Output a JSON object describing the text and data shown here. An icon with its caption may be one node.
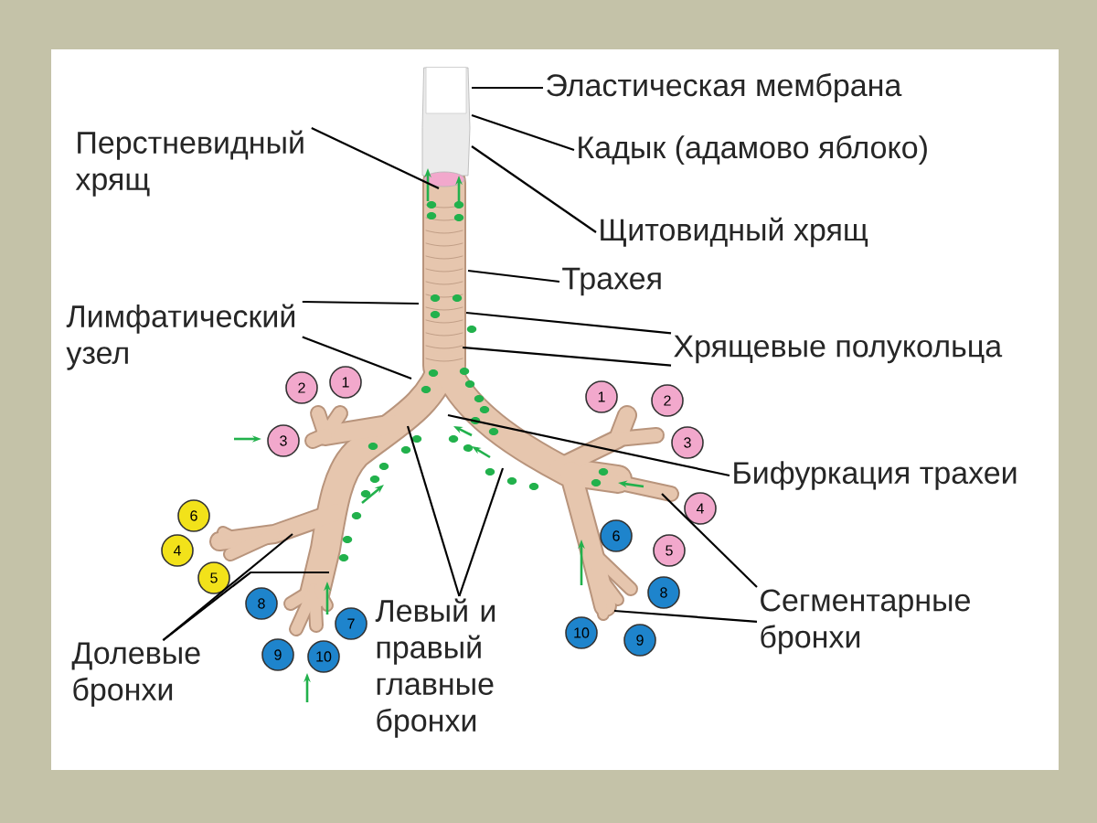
{
  "diagram": {
    "nodes": [
      {
        "text": [
          "Эластическая мембрана"
        ]
      },
      {
        "text": [
          "Перстневидный хрящ"
        ]
      },
      {
        "text": [
          "Кадык (адамово яблоко)"
        ]
      },
      {
        "text": [
          "Щитовидный хрящ"
        ]
      },
      {
        "text": [
          "Трахея"
        ]
      },
      {
        "text": [
          "Лимфатический узел"
        ]
      },
      {
        "text": [
          "Хрящевые полукольца"
        ]
      },
      {
        "text": [
          "Бифуркация трахеи"
        ]
      },
      {
        "text": [
          "Сегментарные бронхи"
        ]
      },
      {
        "text": [
          "Долевые бронхи"
        ]
      },
      {
        "text": [
          "Левый и правый главные бронхи"
        ]
      },
      {
        "text": [
          "2"
        ]
      },
      {
        "text": [
          "1"
        ]
      },
      {
        "text": [
          "3"
        ]
      },
      {
        "text": [
          "1"
        ]
      },
      {
        "text": [
          "2"
        ]
      },
      {
        "text": [
          "3"
        ]
      },
      {
        "text": [
          "4"
        ]
      },
      {
        "text": [
          "5"
        ]
      },
      {
        "text": [
          "6"
        ]
      },
      {
        "text": [
          "4"
        ]
      },
      {
        "text": [
          "5"
        ]
      },
      {
        "text": [
          "6"
        ]
      },
      {
        "text": [
          "8"
        ]
      },
      {
        "text": [
          "7"
        ]
      },
      {
        "text": [
          "8"
        ]
      },
      {
        "text": [
          "10"
        ]
      },
      {
        "text": [
          "9"
        ]
      },
      {
        "text": [
          "9"
        ]
      },
      {
        "text": [
          "10"
        ]
      }
    ],
    "edges": [
      {
        "from": 0,
        "to": null,
        "arrow": "none"
      },
      {
        "from": 1,
        "to": null,
        "arrow": "none"
      },
      {
        "from": 2,
        "to": null,
        "arrow": "none"
      },
      {
        "from": 3,
        "to": null,
        "arrow": "none"
      },
      {
        "from": 4,
        "to": null,
        "arrow": "none"
      },
      {
        "from": 5,
        "to": null,
        "arrow": "none"
      },
      {
        "from": 5,
        "to": null,
        "arrow": "none"
      },
      {
        "from": 6,
        "to": null,
        "arrow": "none"
      },
      {
        "from": 6,
        "to": null,
        "arrow": "none"
      },
      {
        "from": 7,
        "to": null,
        "arrow": "none"
      },
      {
        "from": 8,
        "to": null,
        "arrow": "none"
      },
      {
        "from": 8,
        "to": null,
        "arrow": "none"
      },
      {
        "from": 9,
        "to": null,
        "arrow": "none"
      },
      {
        "from": 9,
        "to": null,
        "arrow": "none"
      },
      {
        "from": 10,
        "to": null,
        "arrow": "none"
      },
      {
        "from": 10,
        "to": null,
        "arrow": "none"
      }
    ]
  }
}
